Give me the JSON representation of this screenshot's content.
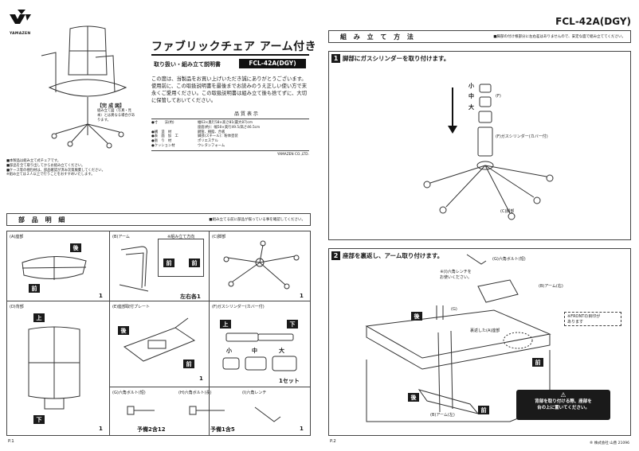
{
  "brand": "YAMAZEN",
  "model_top": "FCL-42A(DGY)",
  "product_title": "ファブリックチェア アーム付き",
  "subtitle": "取り扱い・組み立て説明書",
  "model_badge": "FCL-42A(DGY)",
  "intro": "この度は、当製品をお買い上げいただき誠にありがとうございます。使用前に、この取扱説明書を最後までお読みのうえ正しい使い方で末永くご愛用ください。この取扱説明書は組み立て後も捨てずに、大切に保管しておいてください。",
  "completed_label": "【完 成 図】",
  "completed_note": "組み立て図（写真・見本）とは異なる場合があります。",
  "spec": {
    "title": "品 質 表 示",
    "rows": [
      {
        "k": "●寸　　法(約)",
        "v": "幅63×奥行58×高さ81(最大87)cm"
      },
      {
        "k": "",
        "v": "座面(約)：幅50×奥行49.5/高さ46.5cm"
      },
      {
        "k": "●構　造　材",
        "v": "鋼管、樹脂、合板"
      },
      {
        "k": "●表　面　加　工",
        "v": "脚部(スチール)：粉体塗装"
      },
      {
        "k": "●張　り　材",
        "v": "ポリエステル"
      },
      {
        "k": "●クッション材",
        "v": "ウレタンフォーム"
      }
    ],
    "footer": "YAMAZEN CO.,LTD."
  },
  "left_notes": [
    "■本製品は組み立て式チェアです。",
    "■部品を全て取り出してからお組み立てください。",
    "■ケース等の梱包材は、部品確認が済み次第廃棄してください。",
    "※組み立ては２人以上で行うことをおすすめいたします。"
  ],
  "parts": {
    "title": "部 品 明 細",
    "note": "■組み立てる前に部品が揃っている事を確認してください。",
    "items": [
      {
        "label": "(A)座部",
        "qty": "1"
      },
      {
        "label": "(B)アーム",
        "qty": "左右各1",
        "sub": "※組み立て方向"
      },
      {
        "label": "(C)脚部",
        "qty": "1"
      },
      {
        "label": "(D)背部",
        "qty": "1"
      },
      {
        "label": "(E)座部取付プレート",
        "qty": "1"
      },
      {
        "label": "(F)ガスシリンダー(カバー付)",
        "qty": "1セット"
      },
      {
        "label": "(G)六角ボルト(短)",
        "qty": "予備2含12"
      },
      {
        "label": "(H)六角ボルト(長)",
        "qty": "予備1含5"
      },
      {
        "label": "(I)六角レンチ",
        "qty": "1"
      }
    ],
    "front": "前",
    "back": "後",
    "top": "上",
    "bottom": "下",
    "cyl_small": "小",
    "cyl_mid": "中",
    "cyl_large": "大"
  },
  "assembly": {
    "title": "組 み 立 て 方 法",
    "note": "■脚部の付け根部分に左右差はありませんので、安定な面で組み立ててください。",
    "step1": {
      "no": "1",
      "title": "脚部にガスシリンダーを取り付けます。",
      "labels": [
        "小",
        "中",
        "大"
      ],
      "f": "(F)",
      "f2": "(F)ガスシリンダー(カバー付)",
      "c": "(C)脚部"
    },
    "step2": {
      "no": "2",
      "title": "座部を裏返し、アーム取り付けます。",
      "wrench": "※(I)六角レンチを\nお使いください。",
      "bolt": "(G)六角ボルト(短)",
      "armR": "(B)アーム(右)",
      "armL": "(B)アーム(左)",
      "g": "(G)",
      "seat": "裏返した(A)座部",
      "front_note": "※FRONTの目印が\nあります",
      "warn": "背部を取り付ける際、座部を\n台の上に置いてください。"
    }
  },
  "pages": {
    "p1": "P.1",
    "p2": "P.2",
    "code": "® 株式会社 山善 21096"
  }
}
